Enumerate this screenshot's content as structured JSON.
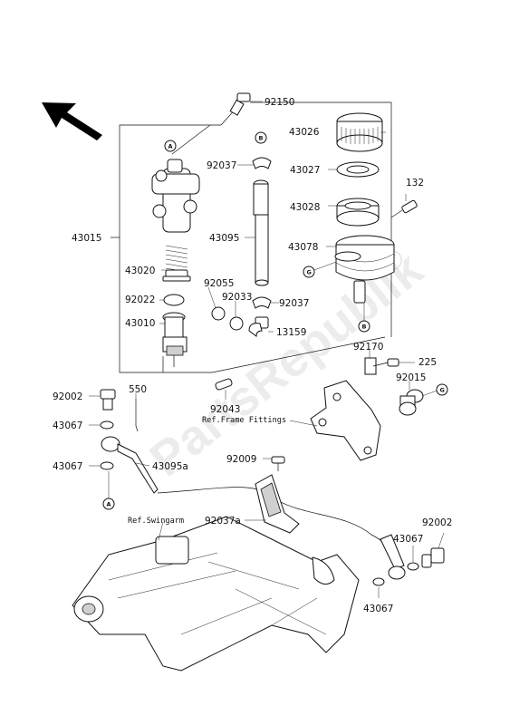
{
  "parts": [
    {
      "id": "p92150",
      "label": "92150"
    },
    {
      "id": "p43026",
      "label": "43026"
    },
    {
      "id": "p92037_top",
      "label": "92037"
    },
    {
      "id": "p43027",
      "label": "43027"
    },
    {
      "id": "p132",
      "label": "132"
    },
    {
      "id": "p43028",
      "label": "43028"
    },
    {
      "id": "p43015",
      "label": "43015"
    },
    {
      "id": "p43095",
      "label": "43095"
    },
    {
      "id": "p43078",
      "label": "43078"
    },
    {
      "id": "p43020",
      "label": "43020"
    },
    {
      "id": "p92055",
      "label": "92055"
    },
    {
      "id": "p92022",
      "label": "92022"
    },
    {
      "id": "p92033",
      "label": "92033"
    },
    {
      "id": "p92037_mid",
      "label": "92037"
    },
    {
      "id": "p43010",
      "label": "43010"
    },
    {
      "id": "p13159",
      "label": "13159"
    },
    {
      "id": "p92170",
      "label": "92170"
    },
    {
      "id": "p225",
      "label": "225"
    },
    {
      "id": "p92015",
      "label": "92015"
    },
    {
      "id": "p92002_left",
      "label": "92002"
    },
    {
      "id": "p550",
      "label": "550"
    },
    {
      "id": "p92043",
      "label": "92043"
    },
    {
      "id": "p43067_a",
      "label": "43067"
    },
    {
      "id": "p43067_b",
      "label": "43067"
    },
    {
      "id": "p43095a",
      "label": "43095a"
    },
    {
      "id": "p92009",
      "label": "92009"
    },
    {
      "id": "p92037a",
      "label": "92037a"
    },
    {
      "id": "p92002_right",
      "label": "92002"
    },
    {
      "id": "p43067_c",
      "label": "43067"
    },
    {
      "id": "p43067_d",
      "label": "43067"
    }
  ],
  "refs": {
    "frame_fittings": "Ref.Frame Fittings",
    "swingarm": "Ref.Swingarm"
  },
  "circle_markers": {
    "A": "A",
    "B": "B",
    "G": "G"
  },
  "watermark": {
    "text": "PartsRepublik",
    "symbol": "©"
  },
  "arrow_direction": "up-left"
}
